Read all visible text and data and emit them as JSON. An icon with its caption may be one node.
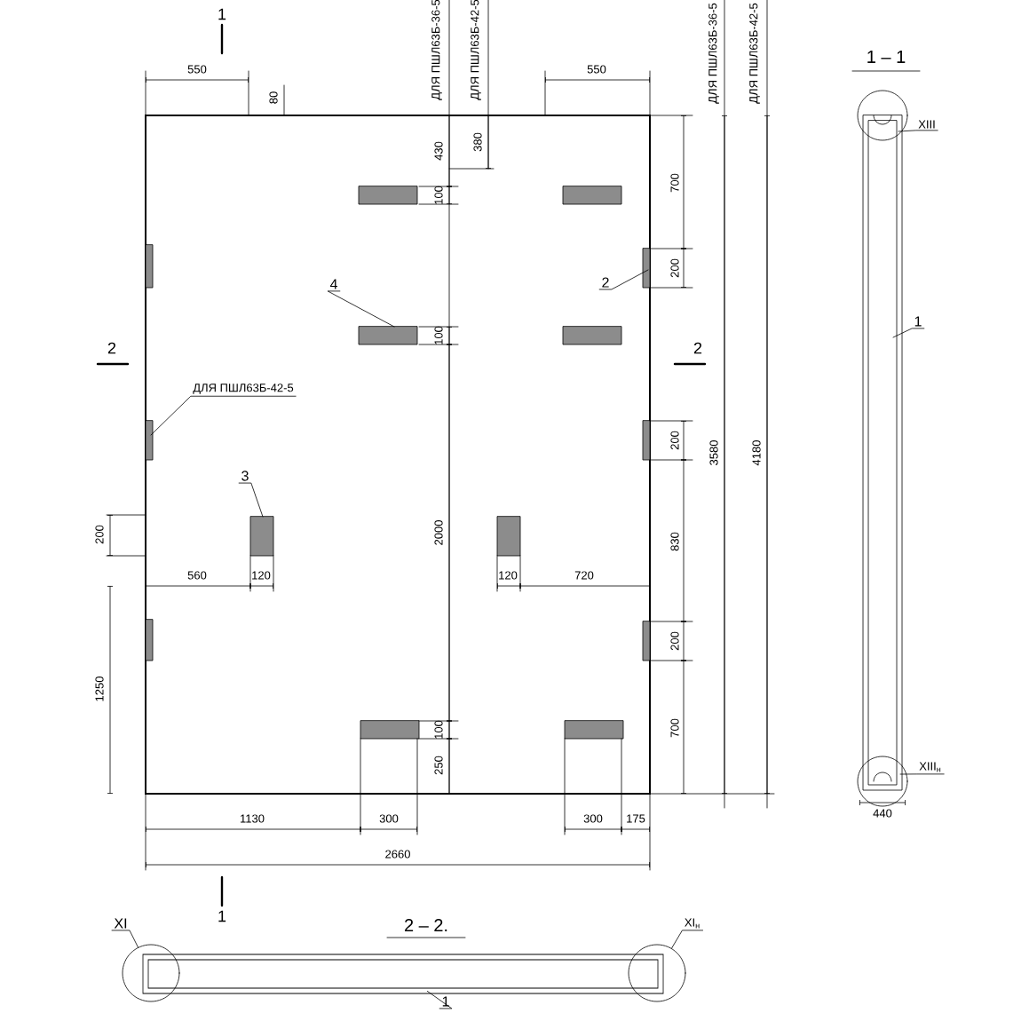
{
  "diagram": {
    "nodes": [
      {
        "text": [
          "4"
        ]
      },
      {
        "text": [
          "2"
        ]
      },
      {
        "text": [
          "ДЛЯ ПШЛ63Б-42-5"
        ]
      },
      {
        "text": [
          "3"
        ]
      },
      {
        "text": [
          "1"
        ]
      },
      {
        "text": [
          "XIII"
        ]
      },
      {
        "text": [
          "XIII$_{н}$"
        ]
      },
      {
        "text": [
          "XI"
        ]
      },
      {
        "text": [
          "XI$_{н}$"
        ]
      },
      {
        "text": [
          "1"
        ]
      },
      {
        "text": [],
        "shape": "bar"
      },
      {
        "text": [],
        "shape": "circle"
      },
      {
        "text": [],
        "shape": "circle"
      }
    ],
    "edges": [
      {
        "from": 0,
        "to": null,
        "arrow": "none"
      },
      {
        "from": 1,
        "to": null,
        "arrow": "none"
      },
      {
        "from": 2,
        "to": null,
        "arrow": "none"
      },
      {
        "from": 3,
        "to": null,
        "arrow": "none"
      },
      {
        "from": 4,
        "to": null,
        "arrow": "none"
      },
      {
        "from": 5,
        "to": null,
        "arrow": "none"
      },
      {
        "from": 6,
        "to": null,
        "arrow": "none"
      },
      {
        "from": 7,
        "to": 11,
        "arrow": "none"
      },
      {
        "from": 8,
        "to": 12,
        "arrow": "none"
      },
      {
        "from": 9,
        "to": 10,
        "arrow": "none"
      }
    ],
    "labels": [
      "1",
      "ДЛЯ ПШЛ63Б-36-5",
      "ДЛЯ ПШЛ63Б-42-5",
      "ДЛЯ ПШЛ63Б-36-5",
      "ДЛЯ ПШЛ63Б-42-5",
      "1 – 1",
      "550",
      "80",
      "550",
      "430",
      "380",
      "100",
      "700",
      "200",
      "100",
      "2",
      "2",
      "200",
      "3580",
      "4180",
      "200",
      "2000",
      "830",
      "560",
      "120",
      "120",
      "720",
      "200",
      "1250",
      "100",
      "700",
      "250",
      "1130",
      "300",
      "300",
      "175",
      "440",
      "2660",
      "1",
      "2 – 2."
    ]
  }
}
